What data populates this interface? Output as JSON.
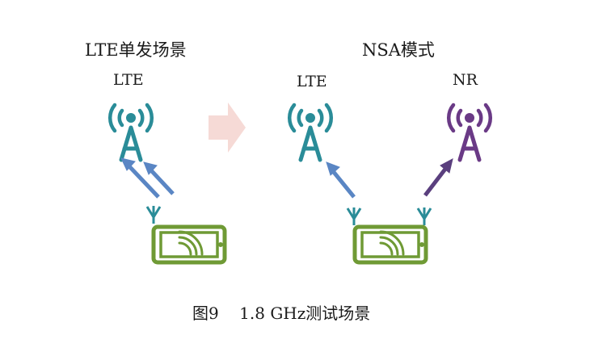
{
  "left_panel": {
    "title": "LTE单发场景",
    "tower_label": "LTE"
  },
  "right_panel": {
    "title": "NSA模式",
    "lte_label": "LTE",
    "nr_label": "NR"
  },
  "caption": "图9    1.8 GHz测试场景",
  "colors": {
    "lte_tower": "#2a8c98",
    "nr_tower": "#6a3a86",
    "uplink_arrow": "#5a86c4",
    "nr_arrow": "#5a3f7e",
    "phone": "#6f9a35",
    "antenna": "#2a8c98",
    "transition_arrow": "#f6dad6"
  },
  "icons": [
    "lte-tower-icon",
    "nr-tower-icon",
    "phone-icon",
    "antenna-icon",
    "signal-icon",
    "arrow-icon"
  ]
}
